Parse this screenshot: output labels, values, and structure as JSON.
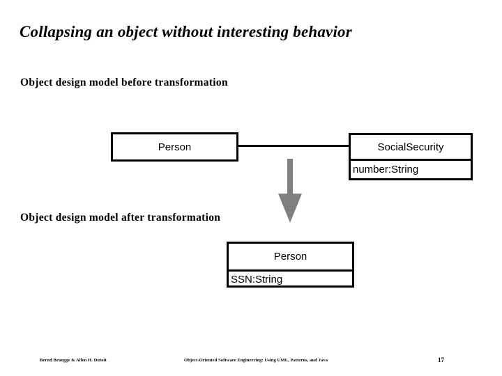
{
  "slide": {
    "title": "Collapsing an object without interesting behavior",
    "page_number": "17",
    "background_color": "#ffffff",
    "line_color": "#000000",
    "arrow_color": "#808080"
  },
  "sections": {
    "before": {
      "caption": "Object design model before transformation"
    },
    "after": {
      "caption": "Object design model after transformation"
    }
  },
  "diagram_before": {
    "classes": [
      {
        "name": "Person",
        "attributes": []
      },
      {
        "name": "SocialSecurity",
        "attributes": [
          "number:String"
        ]
      }
    ],
    "association": {
      "from": "Person",
      "to": "SocialSecurity",
      "label": ""
    }
  },
  "diagram_after": {
    "classes": [
      {
        "name": "Person",
        "attributes": [
          "SSN:String"
        ]
      }
    ]
  },
  "transform_arrow": {
    "icon": "down-arrow-icon",
    "direction": "down",
    "color": "#808080"
  },
  "footer": {
    "authors": "Bernd Bruegge & Allen H. Dutoit",
    "book_title": "Object-Oriented Software Engineering: Using UML, Patterns, and Java",
    "page": "17"
  }
}
